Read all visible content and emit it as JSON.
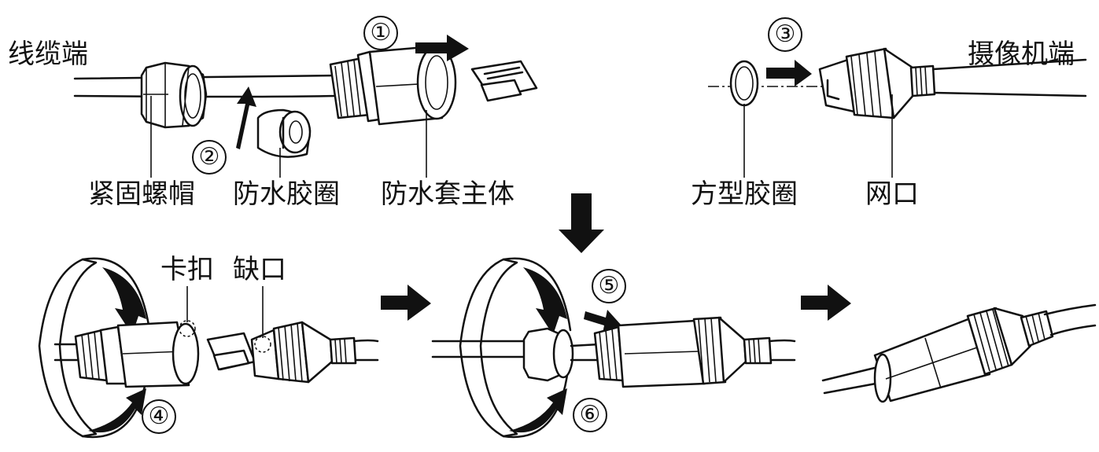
{
  "labels": {
    "cable_end": "线缆端",
    "camera_end": "摄像机端",
    "lock_nut": "紧固螺帽",
    "rubber_seal": "防水胶圈",
    "jacket_body": "防水套主体",
    "square_gasket": "方型胶圈",
    "network_port": "网口",
    "clip": "卡扣",
    "notch": "缺口"
  },
  "steps": [
    "①",
    "②",
    "③",
    "④",
    "⑤",
    "⑥"
  ]
}
